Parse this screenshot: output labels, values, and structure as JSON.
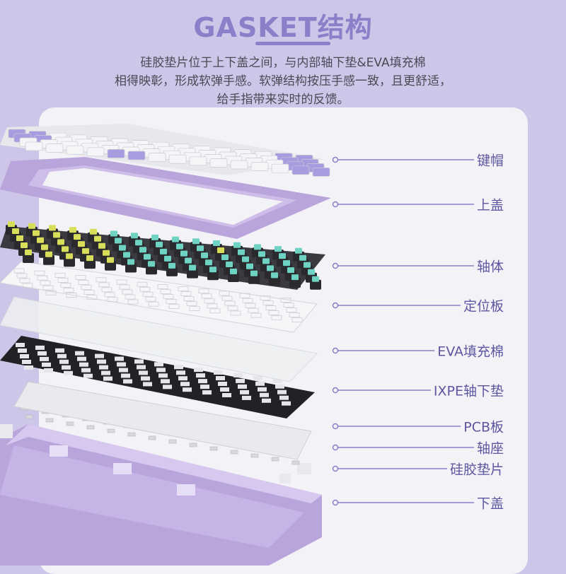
{
  "header": {
    "title": "GASKET结构",
    "description_lines": [
      "硅胶垫片位于上下盖之间，与内部轴下垫&EVA填充棉",
      "相得映彰，形成软弹手感。软弹结构按压手感一致，且更舒适，",
      "给手指带来实时的反馈。"
    ]
  },
  "layers": [
    {
      "label": "键帽"
    },
    {
      "label": "上盖"
    },
    {
      "label": "轴体"
    },
    {
      "label": "定位板"
    },
    {
      "label": "EVA填充棉"
    },
    {
      "label": "IXPE轴下垫"
    },
    {
      "label": "PCB板"
    },
    {
      "label": "轴座"
    },
    {
      "label": "硅胶垫片"
    },
    {
      "label": "下盖"
    }
  ],
  "colors": {
    "background": "#cdc6e8",
    "panel": "#f3f2f6",
    "accent": "#8a7fc9",
    "title": "#8a7fc9",
    "text": "#4a4a55",
    "label": "#5d56a0",
    "case_purple": "#b9a5dc",
    "keycap_purple": "#a89be0",
    "switch_teal": "#6fd3c4",
    "switch_yellow": "#d8de5a",
    "ixpe_black": "#222226"
  }
}
